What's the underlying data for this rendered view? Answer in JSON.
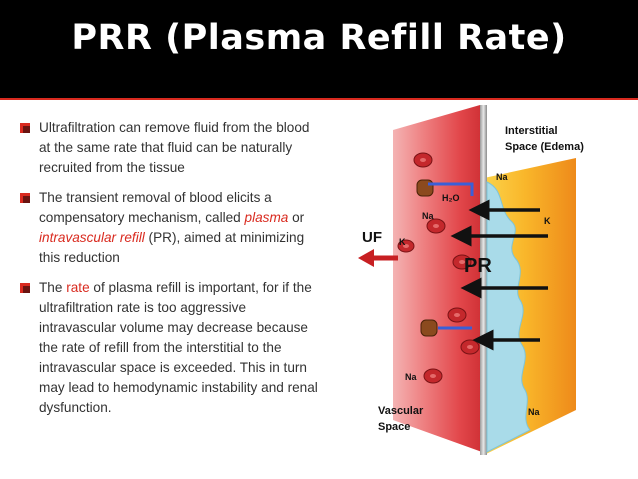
{
  "title": "PRR (Plasma Refill Rate)",
  "bullets": [
    {
      "text": "Ultrafiltration can remove fluid from the blood at the same rate that fluid can be naturally recruited from the tissue"
    },
    {
      "pre": "The transient removal of blood elicits a compensatory mechanism, called ",
      "em1": "plasma",
      "mid": " or ",
      "em2": "intravascular refill",
      "post": " (PR), aimed at minimizing this reduction"
    },
    {
      "pre": "The ",
      "red": "rate",
      "post": " of plasma refill is important, for if the ultrafiltration rate is too aggressive intravascular volume may decrease because the rate of refill from the interstitial to the intravascular space is exceeded. This in turn may lead to hemodynamic instability and renal dysfunction."
    }
  ],
  "diagram": {
    "interstitial_label_1": "Interstitial",
    "interstitial_label_2": "Space (Edema)",
    "vascular_label_1": "Vascular",
    "vascular_label_2": "Space",
    "uf_label": "UF",
    "pr_label": "PR",
    "h2o_label": "H₂O",
    "ions": {
      "na_top_right": "Na",
      "na_mid": "Na",
      "k_left": "K",
      "k_right": "K",
      "na_bottom_left": "Na",
      "na_bottom_right": "Na"
    }
  },
  "colors": {
    "accent_red": "#d92a1f",
    "title_bar": "#000000",
    "vessel": "#e9595d",
    "interstitial": "#f7a21a"
  }
}
